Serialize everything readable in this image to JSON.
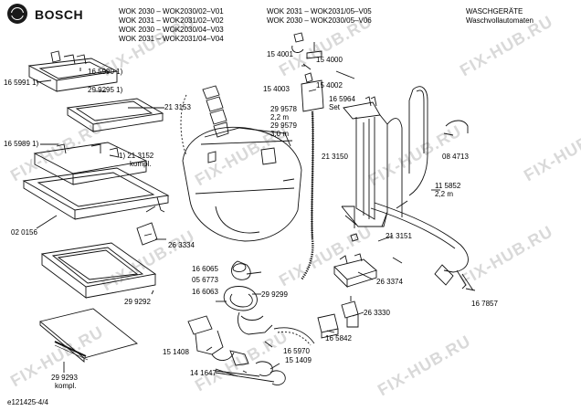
{
  "header": {
    "brand": "BOSCH",
    "models_left": [
      "WOK 2030 – WOK2030/02–V01",
      "WOK 2031 – WOK2031/02–V02",
      "WOK 2030 – WOK2030/04–V03",
      "WOK 2031 – WOK2031/04–V04"
    ],
    "models_right": [
      "WOK 2031 – WOK2031/05–V05",
      "WOK 2030 – WOK2030/05–V06"
    ],
    "category_line1": "WASCHGERÄTE",
    "category_line2": "Waschvollautomaten"
  },
  "watermark": "FIX-HUB.RU",
  "parts": {
    "p1655990": "16 5990 1)",
    "p1655991": "16 5991 1)",
    "p292951": "29 9295 1)",
    "p213153": "21 3153",
    "p1659891": "16 5989 1)",
    "p213152": "1) 21 3152",
    "p213152b": "kompl.",
    "p020156": "02 0156",
    "p263334": "26 3334",
    "p299292": "29 9292",
    "p299293": "29 9293",
    "p299293b": "kompl.",
    "p154001": "15 4001",
    "p154000": "15 4000",
    "p154003": "15 4003",
    "p154002": "15 4002",
    "p165964": "16 5964",
    "p165964b": "Set",
    "p299578": "29 9578",
    "p299578b": "2,2 m",
    "p299579": "29 9579",
    "p299579b": "3,0 m",
    "p213150": "21 3150",
    "p084713": "08 4713",
    "p115852": "11 5852",
    "p115852b": "2,2 m",
    "p213151": "21 3151",
    "p166065": "16 6065",
    "p056773": "05 6773",
    "p166063": "16 6063",
    "p299299": "29 9299",
    "p263374": "26 3374",
    "p263330": "26 3330",
    "p167857": "16 7857",
    "p165842": "16 5842",
    "p151408": "15 1408",
    "p165970": "16 5970",
    "p151409": "15 1409",
    "p141647": "14 1647"
  },
  "footer": {
    "code": "e121425-4/4"
  }
}
